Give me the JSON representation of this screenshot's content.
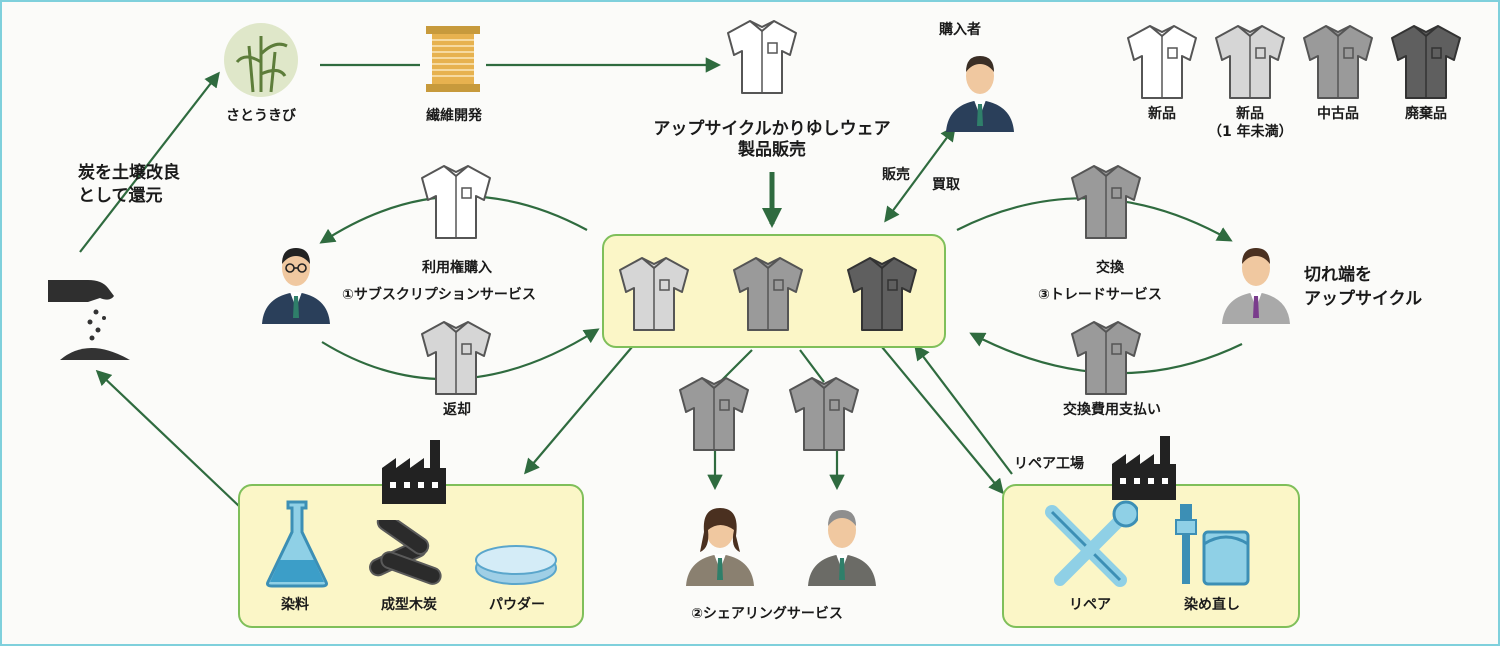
{
  "colors": {
    "arrow": "#2f6b3f",
    "box_fill": "#fbf6c7",
    "box_border": "#7fbf5a",
    "shirt_new": "#ffffff",
    "shirt_lt1y": "#d6d6d6",
    "shirt_used": "#9a9a9a",
    "shirt_waste": "#5f5f5f",
    "frame": "#7fd0dc"
  },
  "labels": {
    "sugarcane": "さとうきび",
    "fiber": "繊維開発",
    "product_sale": [
      "アップサイクルかりゆしウェア",
      "製品販売"
    ],
    "buyer": "購入者",
    "sale": "販売",
    "buyback": "買取",
    "soil": [
      "炭を土壌改良",
      "として還元"
    ],
    "subscription_purchase": "利用権購入",
    "subscription_service": "①サブスクリプションサービス",
    "return": "返却",
    "trade_exchange": "交換",
    "trade_service": "③トレードサービス",
    "trade_fee": "交換費用支払い",
    "offcut": [
      "切れ端を",
      "アップサイクル"
    ],
    "repair_factory": "リペア工場",
    "sharing_service": "②シェアリングサービス"
  },
  "legend": [
    {
      "label": "新品",
      "sub": "",
      "color_key": "shirt_new"
    },
    {
      "label": "新品",
      "sub": "（1 年未満）",
      "color_key": "shirt_lt1y"
    },
    {
      "label": "中古品",
      "sub": "",
      "color_key": "shirt_used"
    },
    {
      "label": "廃棄品",
      "sub": "",
      "color_key": "shirt_waste"
    }
  ],
  "recycle_box": {
    "items": [
      "染料",
      "成型木炭",
      "パウダー"
    ]
  },
  "repair_box": {
    "items": [
      "リペア",
      "染め直し"
    ]
  },
  "icons": [
    "sugarcane-icon",
    "fiber-spool-icon",
    "shirt-icon",
    "person-icon",
    "factory-icon",
    "soil-hand-icon",
    "flask-icon",
    "charcoal-icon",
    "powder-dish-icon",
    "tools-icon",
    "paint-icon"
  ]
}
